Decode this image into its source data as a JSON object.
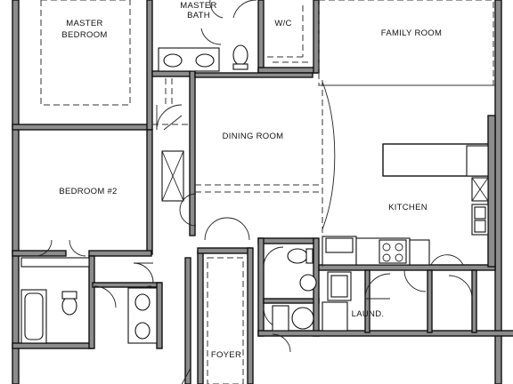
{
  "rooms": {
    "master_bedroom": [
      "MASTER",
      "BEDROOM"
    ],
    "master_bath": [
      "MASTER",
      "BATH"
    ],
    "wic": "W/C",
    "family_room": "FAMILY ROOM",
    "dining_room": "DINING ROOM",
    "bedroom_2": "BEDROOM #2",
    "kitchen": "KITCHEN",
    "laundry": "LAUND.",
    "foyer": "FOYER"
  }
}
